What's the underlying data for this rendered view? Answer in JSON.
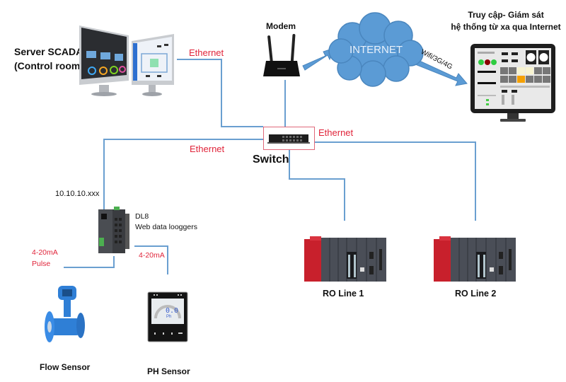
{
  "diagram": {
    "title": "SCADA network topology",
    "nodes": {
      "scada_server": {
        "label_line1": "Server SCADA",
        "label_line2": "(Control room)"
      },
      "modem": {
        "label": "Modem"
      },
      "internet": {
        "label": "INTERNET"
      },
      "remote_monitor": {
        "label_line1": "Truy cập- Giám sát",
        "label_line2": "hệ thống từ xa qua Internet"
      },
      "switch": {
        "label": "Switch"
      },
      "datalogger": {
        "ip": "10.10.10.xxx",
        "label_line1": "DL8",
        "label_line2": "Web data looggers"
      },
      "flow_sensor": {
        "label": "Flow Sensor"
      },
      "ph_sensor": {
        "label": "PH Sensor",
        "display_value": "0.0",
        "display_unit": "Ph"
      },
      "ro_line_1": {
        "label": "RO Line 1"
      },
      "ro_line_2": {
        "label": "RO Line 2"
      }
    },
    "links": {
      "server_to_switch": "Ethernet",
      "switch_to_ro": "Ethernet",
      "switch_to_logger": "Ethernet",
      "internet_to_remote": "Wifi/3G/4G",
      "flow_signal_line1": "4-20mA",
      "flow_signal_line2": "Pulse",
      "ph_signal": "4-20mA"
    },
    "colors": {
      "wire": "#6a9fd0",
      "link_label": "#e0243a",
      "cloud": "#5b9bd5",
      "switch_border": "#e0697a",
      "plc_red": "#c8202c"
    }
  }
}
